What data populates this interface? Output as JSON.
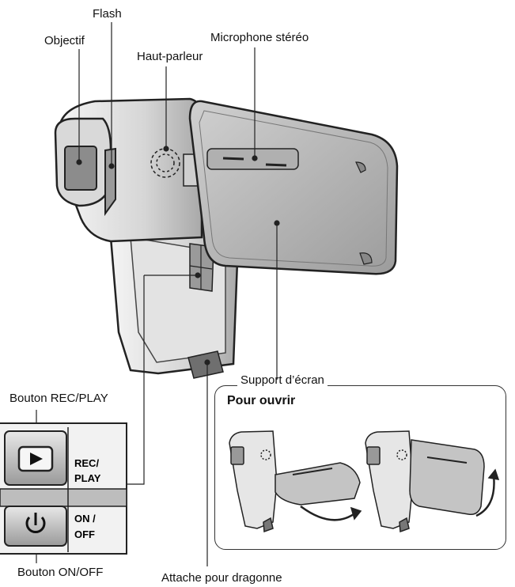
{
  "labels": {
    "flash": "Flash",
    "objectif": "Objectif",
    "microphone": "Microphone stéréo",
    "haut_parleur": "Haut-parleur",
    "support_ecran": "Support d’écran",
    "bouton_rec_play": "Bouton REC/PLAY",
    "bouton_on_off": "Bouton ON/OFF",
    "attache": "Attache pour dragonne"
  },
  "inset": {
    "title": "Pour ouvrir"
  },
  "buttons": {
    "rec_line1": "REC/",
    "rec_line2": "PLAY",
    "onoff_line1": "ON /",
    "onoff_line2": "OFF"
  },
  "colors": {
    "body_light": "#eeeeee",
    "body_mid": "#c8c8c8",
    "body_dark": "#8a8a8a",
    "outline": "#222222"
  }
}
